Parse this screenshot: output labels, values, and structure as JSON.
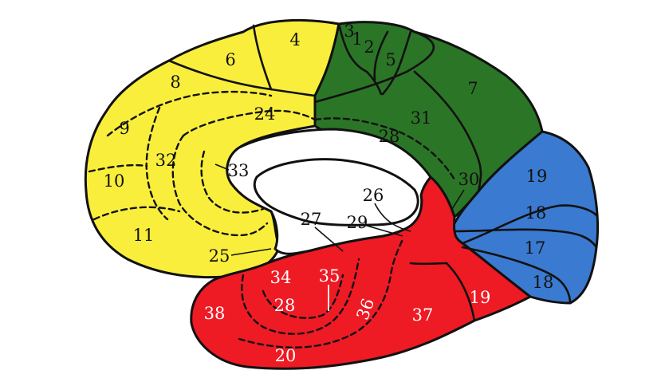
{
  "colors": {
    "frontal_yellow": "#f9ee3c",
    "parietal_green": "#2b7527",
    "occipital_blue": "#3a7ad0",
    "temporal_red": "#ee1a24",
    "corpus_callosum_white": "#ffffff",
    "outline": "#111111"
  },
  "labels": [
    {
      "id": "4",
      "text": "4",
      "region": "frontal",
      "color": "#111111"
    },
    {
      "id": "6",
      "text": "6",
      "region": "frontal",
      "color": "#111111"
    },
    {
      "id": "8",
      "text": "8",
      "region": "frontal",
      "color": "#111111"
    },
    {
      "id": "9",
      "text": "9",
      "region": "frontal",
      "color": "#111111"
    },
    {
      "id": "10",
      "text": "10",
      "region": "frontal",
      "color": "#111111"
    },
    {
      "id": "11",
      "text": "11",
      "region": "frontal",
      "color": "#111111"
    },
    {
      "id": "32",
      "text": "32",
      "region": "frontal",
      "color": "#111111"
    },
    {
      "id": "24",
      "text": "24",
      "region": "frontal",
      "color": "#111111"
    },
    {
      "id": "25",
      "text": "25",
      "region": "frontal",
      "color": "#111111"
    },
    {
      "id": "33",
      "text": "33",
      "region": "callosal",
      "color": "#111111"
    },
    {
      "id": "3",
      "text": "3",
      "region": "parietal",
      "color": "#111111"
    },
    {
      "id": "1",
      "text": "1",
      "region": "parietal",
      "color": "#111111"
    },
    {
      "id": "2",
      "text": "2",
      "region": "parietal",
      "color": "#111111"
    },
    {
      "id": "5",
      "text": "5",
      "region": "parietal",
      "color": "#111111"
    },
    {
      "id": "7",
      "text": "7",
      "region": "parietal",
      "color": "#111111"
    },
    {
      "id": "31",
      "text": "31",
      "region": "parietal",
      "color": "#111111"
    },
    {
      "id": "28a",
      "text": "28",
      "region": "parietal",
      "color": "#111111"
    },
    {
      "id": "30",
      "text": "30",
      "region": "parietal",
      "color": "#111111"
    },
    {
      "id": "26",
      "text": "26",
      "region": "callosal",
      "color": "#111111"
    },
    {
      "id": "27",
      "text": "27",
      "region": "callosal",
      "color": "#111111"
    },
    {
      "id": "29",
      "text": "29",
      "region": "callosal",
      "color": "#111111"
    },
    {
      "id": "19a",
      "text": "19",
      "region": "occipital",
      "color": "#111111"
    },
    {
      "id": "18a",
      "text": "18",
      "region": "occipital",
      "color": "#111111"
    },
    {
      "id": "17",
      "text": "17",
      "region": "occipital",
      "color": "#111111"
    },
    {
      "id": "18b",
      "text": "18",
      "region": "occipital",
      "color": "#111111"
    },
    {
      "id": "34",
      "text": "34",
      "region": "temporal",
      "color": "#ffffff"
    },
    {
      "id": "35",
      "text": "35",
      "region": "temporal",
      "color": "#ffffff"
    },
    {
      "id": "28b",
      "text": "28",
      "region": "temporal",
      "color": "#ffffff"
    },
    {
      "id": "36",
      "text": "36",
      "region": "temporal",
      "color": "#ffffff"
    },
    {
      "id": "38",
      "text": "38",
      "region": "temporal",
      "color": "#ffffff"
    },
    {
      "id": "37",
      "text": "37",
      "region": "temporal",
      "color": "#ffffff"
    },
    {
      "id": "19b",
      "text": "19",
      "region": "temporal",
      "color": "#ffffff"
    },
    {
      "id": "20",
      "text": "20",
      "region": "temporal",
      "color": "#ffffff"
    }
  ]
}
